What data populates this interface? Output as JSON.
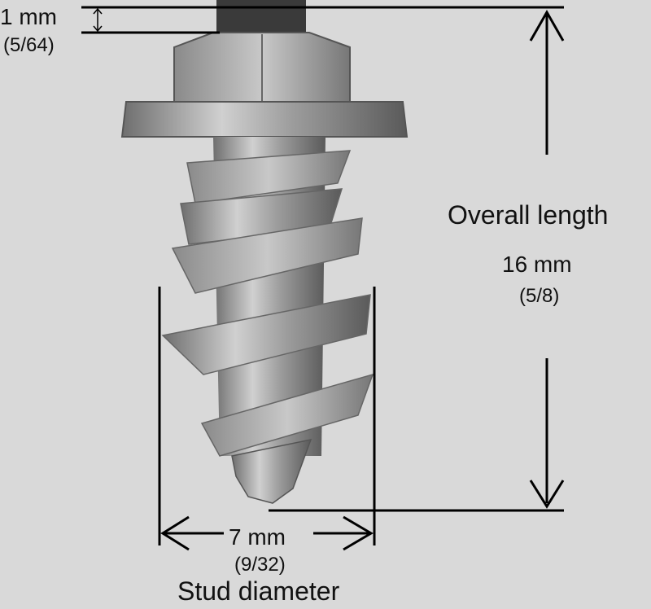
{
  "head_clearance": {
    "metric": "1 mm",
    "imperial": "(5/64)"
  },
  "overall_length": {
    "title": "Overall length",
    "metric": "16 mm",
    "imperial": "(5/8)"
  },
  "stud_diameter": {
    "metric": "7 mm",
    "imperial": "(9/32)",
    "title": "Stud diameter"
  },
  "colors": {
    "background": "#d9d9d9",
    "lines": "#000000",
    "metal": "#a8a8a8"
  }
}
